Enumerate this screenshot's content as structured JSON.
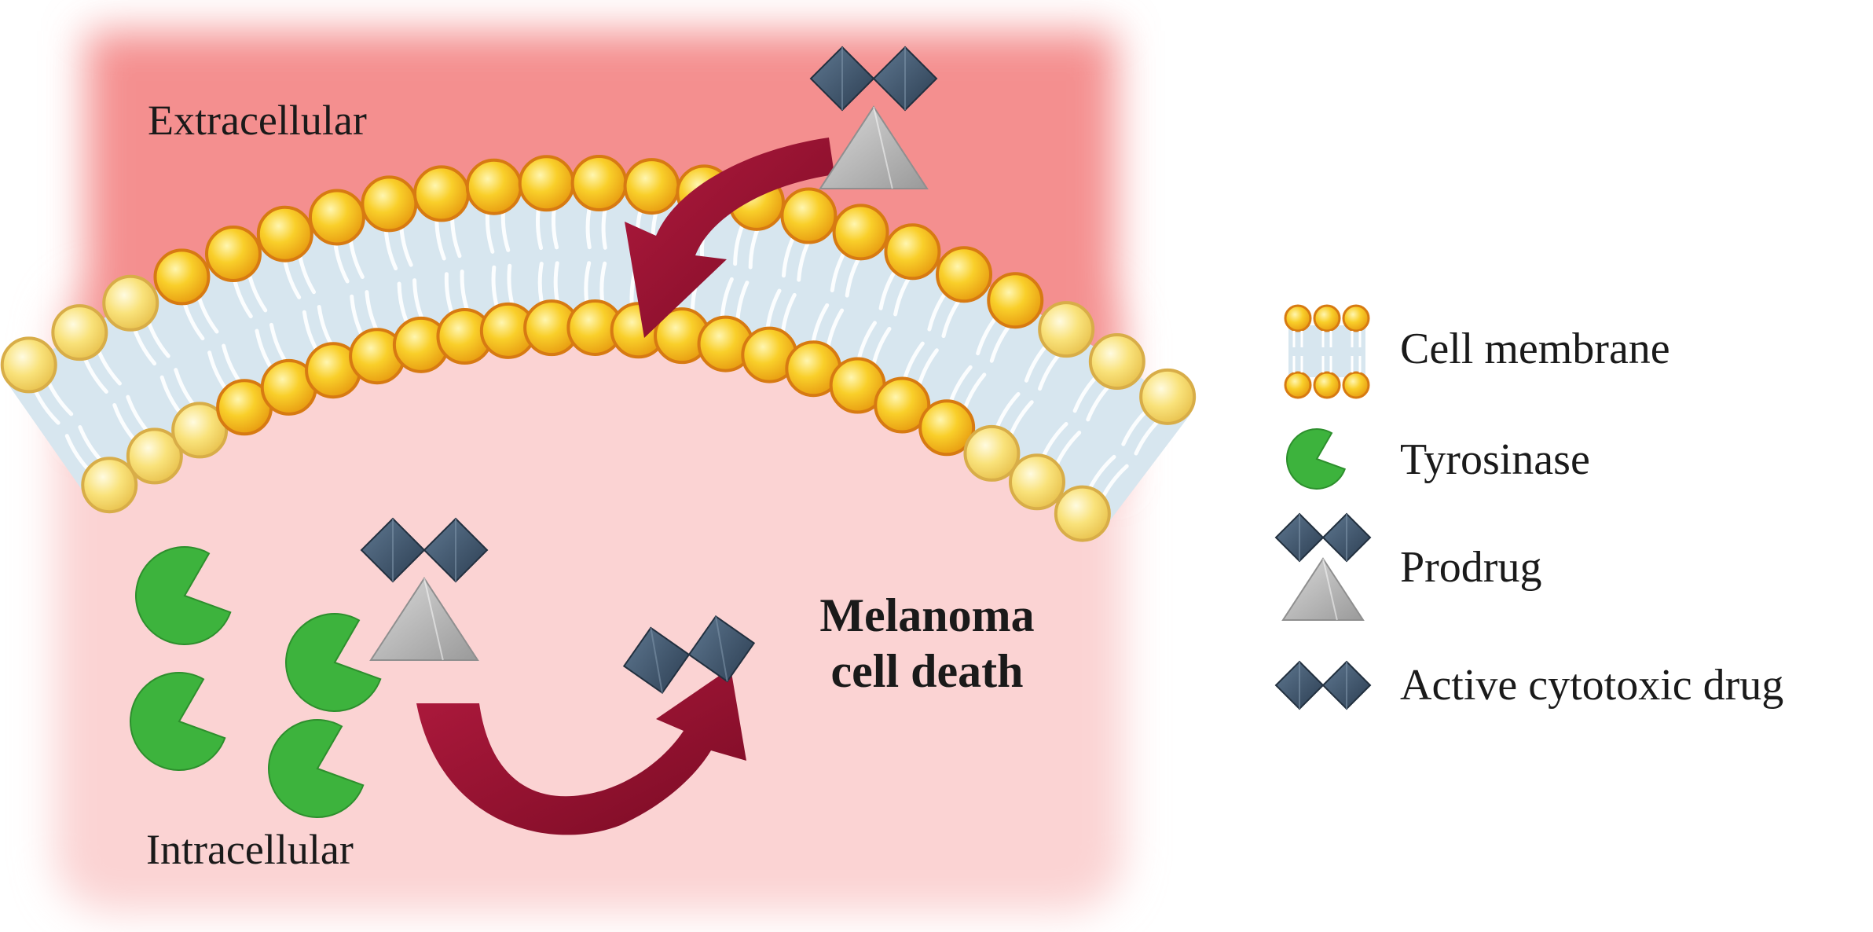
{
  "regions": {
    "extracellular": "Extracellular",
    "intracellular": "Intracellular"
  },
  "result": {
    "line1": "Melanoma",
    "line2": "cell death"
  },
  "legend": [
    {
      "icon": "cell-membrane-icon",
      "label": "Cell membrane"
    },
    {
      "icon": "tyrosinase-icon",
      "label": "Tyrosinase"
    },
    {
      "icon": "prodrug-icon",
      "label": "Prodrug"
    },
    {
      "icon": "active-drug-icon",
      "label": "Active cytotoxic drug"
    }
  ],
  "colors": {
    "extracellular": "#f48f8f",
    "intracellular": "#fbd3d3",
    "lipid_head": "#f7c21e",
    "lipid_head_rim": "#d77a12",
    "membrane_core": "#d7e6ef",
    "tyrosinase": "#3db33d",
    "drug_diamond": "#3d5670",
    "prodrug_carrier": "#b9b9b9",
    "arrow": "#8e0f2d"
  }
}
